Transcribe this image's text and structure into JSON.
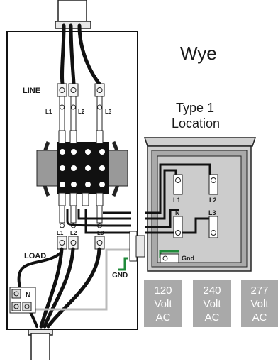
{
  "diagram": {
    "title": "Wye",
    "location_label": [
      "Type 1",
      "Location"
    ],
    "enclosure_labels": {
      "line": "LINE",
      "load": "LOAD",
      "gnd": "GND",
      "neutral": "N"
    },
    "line_terminals": [
      "L1",
      "L2",
      "L3"
    ],
    "load_terminals": [
      "L1",
      "L2",
      "L3"
    ],
    "inner_box": {
      "terminals": [
        "L1",
        "L2",
        "N",
        "L3"
      ],
      "ground": "Gnd"
    },
    "voltage_tiles": [
      {
        "v": "120",
        "unit": "Volt",
        "type": "AC"
      },
      {
        "v": "240",
        "unit": "Volt",
        "type": "AC"
      },
      {
        "v": "277",
        "unit": "Volt",
        "type": "AC"
      }
    ]
  }
}
